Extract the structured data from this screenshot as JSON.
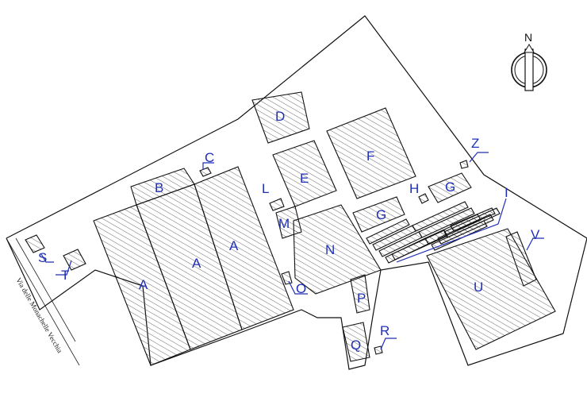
{
  "map": {
    "street_name": "Via delle Monachelle Vecchia",
    "north_label": "N",
    "labels": {
      "A1": "A",
      "A2": "A",
      "A3": "A",
      "B": "B",
      "C": "C",
      "D": "D",
      "E": "E",
      "F": "F",
      "G1": "G",
      "G2": "G",
      "H": "H",
      "I": "I",
      "L": "L",
      "M": "M",
      "N": "N",
      "O": "O",
      "P": "P",
      "Q": "Q",
      "R": "R",
      "S": "S",
      "T": "T",
      "U": "U",
      "V": "V",
      "Z": "Z"
    }
  }
}
